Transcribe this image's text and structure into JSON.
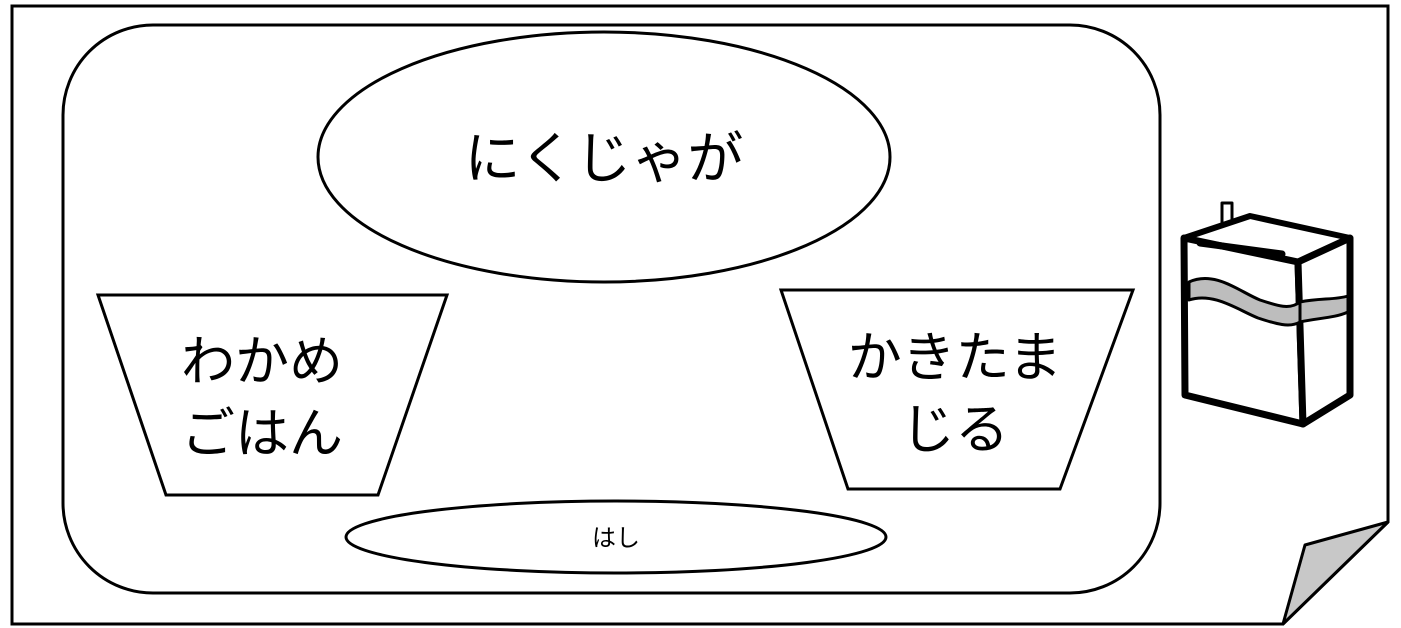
{
  "tray_card": {
    "main_dish": {
      "label": "にくじゃが"
    },
    "rice_bowl": {
      "label_lines": [
        "わかめ",
        "ごはん"
      ]
    },
    "soup_bowl": {
      "label_lines": [
        "かきたま",
        "じる"
      ]
    },
    "chopsticks": {
      "label": "はし"
    },
    "milk_carton": {
      "icon": "milk-carton-icon"
    }
  },
  "colors": {
    "stroke": "#000000",
    "background": "#ffffff",
    "page_fold": "#c8c8c8",
    "carton_stripe": "#bdbdbd"
  }
}
